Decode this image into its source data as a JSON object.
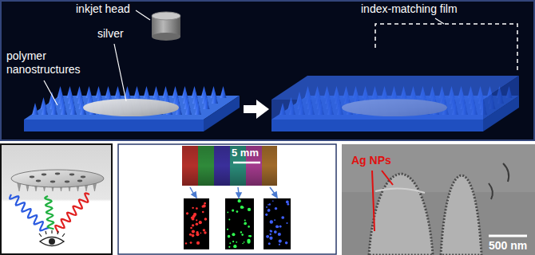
{
  "diagram": {
    "labels": [
      "inkjet head",
      "silver",
      "polymer nanostructures",
      "index-matching film",
      "5 mm",
      "Ag NPs",
      "500 nm"
    ]
  }
}
